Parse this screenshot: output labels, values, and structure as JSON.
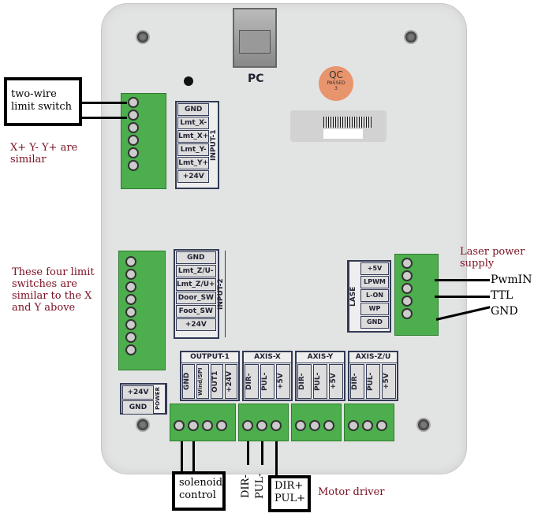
{
  "board": {
    "pc_label": "PC",
    "qc_sticker": {
      "line1": "QC",
      "line2": "PASSED",
      "line3": "3"
    },
    "colors": {
      "case": "#e2e3e3",
      "terminal": "#4cae4c",
      "annotation_red": "#7a1020"
    }
  },
  "input1": {
    "title": "INPUT-1",
    "pins": [
      "GND",
      "Lmt_X-",
      "Lmt_X+",
      "Lmt_Y-",
      "Lmt_Y+",
      "+24V"
    ]
  },
  "input2": {
    "title": "INPUT-2",
    "pins": [
      "GND",
      "Lmt_Z/U-",
      "Lmt_Z/U+",
      "Door_SW",
      "Foot_SW",
      "+24V"
    ]
  },
  "power": {
    "title": "POWER",
    "pins": [
      "+24V",
      "GND"
    ]
  },
  "outputs": [
    {
      "title": "OUTPUT-1",
      "pins": [
        "GND",
        "Wind/SPI",
        "OUT1",
        "+24V"
      ]
    },
    {
      "title": "AXIS-X",
      "pins": [
        "DIR-",
        "PUL-",
        "+5V"
      ]
    },
    {
      "title": "AXIS-Y",
      "pins": [
        "DIR-",
        "PUL-",
        "+5V"
      ]
    },
    {
      "title": "AXIS-Z/U",
      "pins": [
        "DIR-",
        "PUL-",
        "+5V"
      ]
    }
  ],
  "laser": {
    "title": "LASE",
    "pins": [
      "+5V",
      "LPWM",
      "L-ON",
      "WP",
      "GND"
    ]
  },
  "annotations": {
    "limit_box": "two-wire limit switch",
    "xy_note": "X+ Y- Y+ are similar",
    "four_note": "These four limit switches are similar to the X and Y above",
    "laser_title": "Laser power supply",
    "pwmin": "PwmIN",
    "ttl": "TTL",
    "gnd": "GND",
    "solenoid_box": "solenoid control",
    "dir_minus": "DIR-",
    "pul_minus": "PUL-",
    "dirpul_box_1": "DIR+",
    "dirpul_box_2": "PUL+",
    "motor_driver": "Motor driver"
  }
}
